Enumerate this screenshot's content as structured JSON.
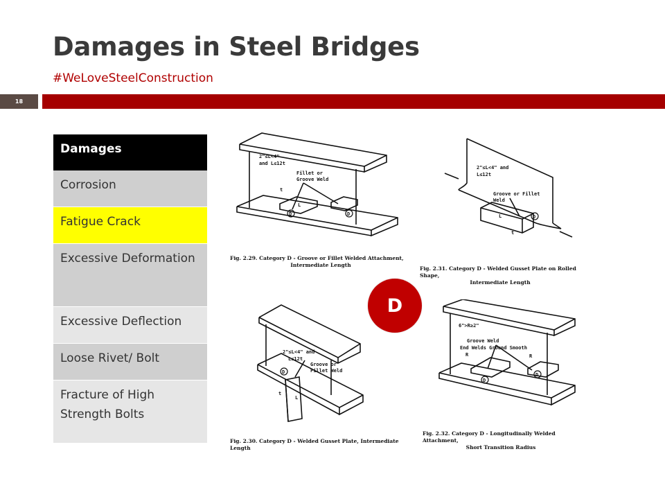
{
  "slide": {
    "title": "Damages in Steel Bridges",
    "subtitle": "#WeLoveSteelConstruction",
    "number": "18"
  },
  "table": {
    "header": "Damages",
    "rows": [
      {
        "label": "Corrosion",
        "highlight": false
      },
      {
        "label": "Fatigue Crack",
        "highlight": true
      },
      {
        "label": "Excessive Deformation",
        "highlight": false
      },
      {
        "label": "Excessive Deflection",
        "highlight": false
      },
      {
        "label": "Loose Rivet/ Bolt",
        "highlight": false
      },
      {
        "label": "Fracture of High Strength Bolts",
        "highlight": false
      }
    ]
  },
  "badge": {
    "label": "D"
  },
  "figures": {
    "fig229": {
      "caption_line1": "Fig. 2.29.  Category D - Groove or Fillet Welded Attachment,",
      "caption_line2": "Intermediate Length",
      "label_length": "2\"≤L<4\"",
      "label_length2": "and L≤12t",
      "label_weld": "Fillet or",
      "label_weld2": "Groove Weld",
      "label_t": "t",
      "label_L": "L",
      "label_D": "D"
    },
    "fig231": {
      "caption_line1": "Fig. 2.31.  Category D - Welded Gusset Plate on Rolled Shape,",
      "caption_line2": "Intermediate Length",
      "label_length": "2\"≤L<4\" and",
      "label_length2": "L≤12t",
      "label_weld": "Groove or Fillet",
      "label_weld2": "Weld",
      "label_t": "t",
      "label_L": "L",
      "label_D": "D"
    },
    "fig230": {
      "caption": "Fig. 2.30.  Category D - Welded Gusset Plate, Intermediate Length",
      "label_length": "2\"≤L<4\" and",
      "label_length2": "L≤12t",
      "label_weld": "Groove or",
      "label_weld2": "Fillet Weld",
      "label_t": "t",
      "label_L": "L",
      "label_D": "D"
    },
    "fig232": {
      "caption_line1": "Fig. 2.32.  Category D - Longitudinally Welded Attachment,",
      "caption_line2": "Short Transition Radius",
      "label_radius": "6\">R≥2\"",
      "label_weld": "Groove Weld",
      "label_weld2": "End Welds Ground Smooth",
      "label_R": "R",
      "label_D": "D"
    }
  }
}
